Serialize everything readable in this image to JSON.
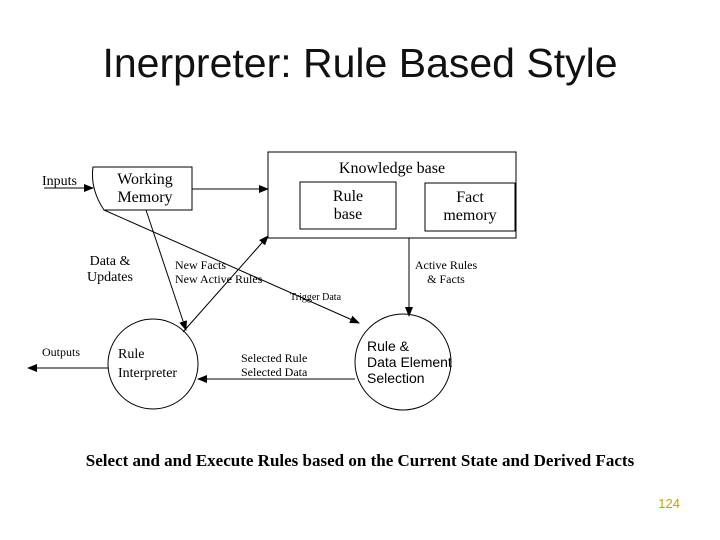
{
  "slide": {
    "title": "Inerpreter: Rule Based Style",
    "caption": "Select and and Execute Rules based on the Current State and Derived Facts",
    "page_number": "124",
    "page_number_color": "#c8a000"
  },
  "diagram": {
    "inputs": "Inputs",
    "outputs": "Outputs",
    "working_memory": [
      "Working",
      "Memory"
    ],
    "knowledge_base": "Knowledge base",
    "rule_base": [
      "Rule",
      "base"
    ],
    "fact_memory": [
      "Fact",
      "memory"
    ],
    "data_updates": [
      "Data &",
      "Updates"
    ],
    "new_facts": [
      "New Facts",
      "New Active Rules"
    ],
    "active_rules": [
      "Active Rules",
      "& Facts"
    ],
    "trigger_data": "Trigger Data",
    "rule_interpreter": [
      "Rule",
      "Interpreter"
    ],
    "selected": [
      "Selected Rule",
      "Selected Data"
    ],
    "rule_selection": [
      "Rule &",
      "Data Element",
      "Selection"
    ]
  }
}
